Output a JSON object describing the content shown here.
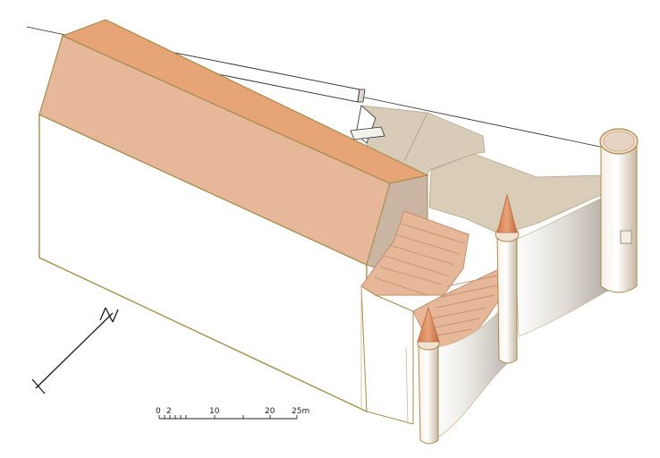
{
  "scale_bar": {
    "ticks": [
      "0",
      "2",
      "10",
      "20",
      "25m"
    ]
  },
  "north_arrow": {
    "label": "N"
  },
  "colors": {
    "roof_top": "#e6a477",
    "roof_slope": "#e6b899",
    "roof_edge": "#b08a3a",
    "wall_front": "#ffffff",
    "wall_shade": "#e8e6e2",
    "terrace": "#d8ccb8",
    "tower_cap": "#f0d8c4",
    "outline": "#a58d4c",
    "line": "#2a2a2a"
  },
  "icons": {
    "north_arrow": "north-arrow-icon"
  }
}
